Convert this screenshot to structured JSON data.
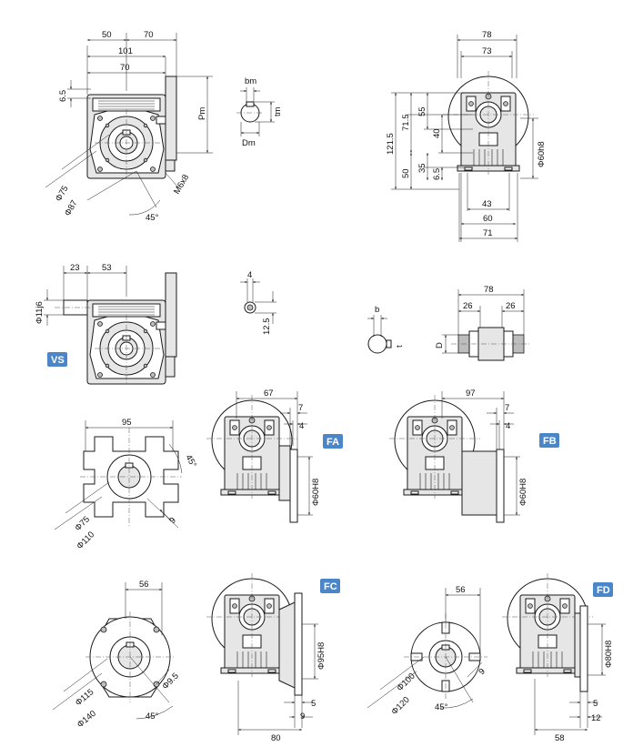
{
  "colors": {
    "line": "#1a1a1a",
    "badge": "#4a86c8",
    "badge_text": "#ffffff",
    "housing": "#e6e6e6"
  },
  "variants": {
    "vs": "VS",
    "fa": "FA",
    "fb": "FB",
    "fc": "FC",
    "fd": "FD"
  },
  "dims": {
    "main_side": {
      "d50": "50",
      "d70a": "70",
      "d101": "101",
      "d70b": "70",
      "d65": "6.5",
      "pm": "Pm",
      "m6x8": "M6x8",
      "d75": "Φ75",
      "d87": "Φ87",
      "a45": "45°"
    },
    "hollow_key": {
      "bm": "bm",
      "tm": "tm",
      "dm": "Dm"
    },
    "main_front": {
      "d78": "78",
      "d73": "73",
      "d1215": "121.5",
      "d715": "71.5",
      "d55": "55",
      "d40": "40",
      "d50": "50",
      "d35": "35",
      "d65": "6.5",
      "d60h8": "Φ60h8",
      "d43": "43",
      "d60": "60",
      "d71": "71"
    },
    "vs": {
      "d23": "23",
      "d53": "53",
      "d11j6": "Φ11j6"
    },
    "input_key": {
      "d4": "4",
      "d125": "12.5"
    },
    "double_shaft": {
      "b": "b",
      "t": "t",
      "d": "D",
      "d78": "78",
      "d26a": "26",
      "d26b": "26"
    },
    "flange_a": {
      "d95": "95",
      "a45": "45°",
      "d75": "Φ75",
      "d110": "Φ110",
      "d9": "9"
    },
    "fa": {
      "d67": "67",
      "d7": "7",
      "d4": "4",
      "d60h8": "Φ60H8"
    },
    "fb": {
      "d97": "97",
      "d7": "7",
      "d4": "4",
      "d60h8": "Φ60H8"
    },
    "flange_c": {
      "d56": "56",
      "d95": "Φ9.5",
      "d115": "Φ115",
      "d140": "Φ140",
      "a45": "45°"
    },
    "fc": {
      "d95h8": "Φ95H8",
      "d5": "5",
      "d9": "9",
      "d80": "80"
    },
    "flange_d": {
      "d56": "56",
      "d9": "9",
      "d100": "Φ100",
      "d120": "Φ120",
      "a45": "45°"
    },
    "fd": {
      "d80h8": "Φ80H8",
      "d5": "5",
      "d12": "12",
      "d58": "58"
    }
  }
}
